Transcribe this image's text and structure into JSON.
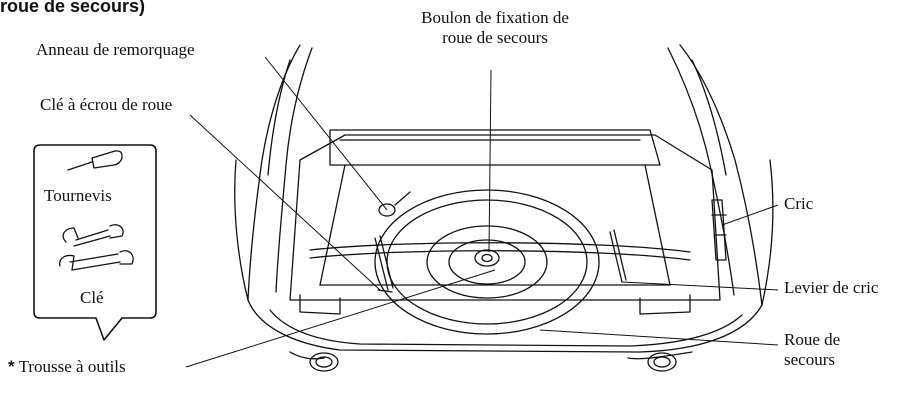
{
  "header": {
    "title": "roue de secours)"
  },
  "labels": {
    "bolt": "Boulon de fixation de\nroue de secours",
    "tow_ring": "Anneau de remorquage",
    "lug_wrench": "Clé à écrou de roue",
    "screwdriver": "Tournevis",
    "key": "Clé",
    "tool_bag_marker": "*",
    "tool_bag": "Trousse à outils",
    "jack": "Cric",
    "jack_lever": "Levier de cric",
    "spare_wheel": "Roue de\nsecours"
  }
}
